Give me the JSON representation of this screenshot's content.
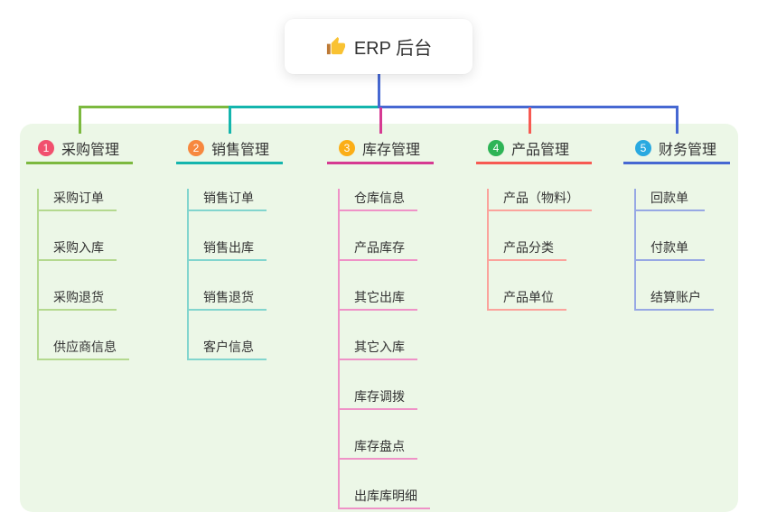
{
  "root": {
    "label": "ERP 后台",
    "icon": "thumbs-up-icon"
  },
  "panel": {
    "background": "#ecf7e7"
  },
  "connector": {
    "trunk_color": "#4668d2"
  },
  "branches": [
    {
      "index": "1",
      "label": "采购管理",
      "badge_color": "#f1506e",
      "line_color": "#7cb93f",
      "light_line_color": "#b4d98f",
      "children": [
        "采购订单",
        "采购入库",
        "采购退货",
        "供应商信息"
      ]
    },
    {
      "index": "2",
      "label": "销售管理",
      "badge_color": "#f7883f",
      "line_color": "#14b5ad",
      "light_line_color": "#82d5ce",
      "children": [
        "销售订单",
        "销售出库",
        "销售退货",
        "客户信息"
      ]
    },
    {
      "index": "3",
      "label": "库存管理",
      "badge_color": "#fbae17",
      "line_color": "#d63a92",
      "light_line_color": "#ef92c7",
      "children": [
        "仓库信息",
        "产品库存",
        "其它出库",
        "其它入库",
        "库存调拨",
        "库存盘点",
        "出库库明细"
      ]
    },
    {
      "index": "4",
      "label": "产品管理",
      "badge_color": "#2eb456",
      "line_color": "#f75a52",
      "light_line_color": "#fba39c",
      "children": [
        "产品（物料）",
        "产品分类",
        "产品单位"
      ]
    },
    {
      "index": "5",
      "label": "财务管理",
      "badge_color": "#29a9e0",
      "line_color": "#4668d2",
      "light_line_color": "#97a8e4",
      "children": [
        "回款单",
        "付款单",
        "结算账户"
      ]
    }
  ]
}
